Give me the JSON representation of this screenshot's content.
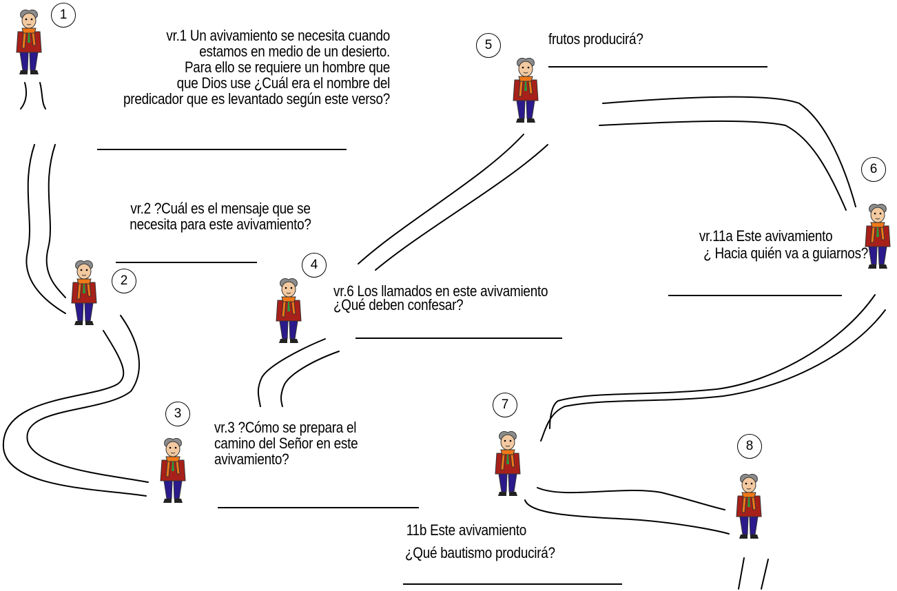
{
  "stations": [
    {
      "number": "1",
      "question": [
        "vr.1 Un avivamiento se necesita cuando",
        "estamos en medio de un desierto.",
        "Para ello se requiere un hombre que",
        "que Dios use ¿Cuál era el nombre del",
        "predicador que es levantado según este verso?"
      ]
    },
    {
      "number": "2",
      "question": [
        "vr.2  ?Cuál es el mensaje que se",
        "necesita para este avivamiento?"
      ]
    },
    {
      "number": "3",
      "question": [
        "vr.3  ?Cómo se prepara el",
        "camino del Señor en este",
        "avivamiento?"
      ]
    },
    {
      "number": "4",
      "question": [
        "vr.6  Los llamados en este avivamiento",
        "¿Qué deben confesar?"
      ]
    },
    {
      "number": "5",
      "question": [
        "frutos producirá?"
      ]
    },
    {
      "number": "6",
      "question": [
        "vr.11a  Este avivamiento",
        "¿ Hacia quién va a guiarnos?"
      ]
    },
    {
      "number": "7",
      "question": [
        "11b  Este avivamiento",
        "¿Qué bautismo producirá?"
      ]
    },
    {
      "number": "8",
      "question": []
    }
  ],
  "colors": {
    "jacket": "#a8201a",
    "scarf": "#f07818",
    "pants": "#2b1a8c",
    "hair": "#8c8c8c",
    "skin": "#f2c9a0",
    "tie": "#2a9a3a"
  }
}
